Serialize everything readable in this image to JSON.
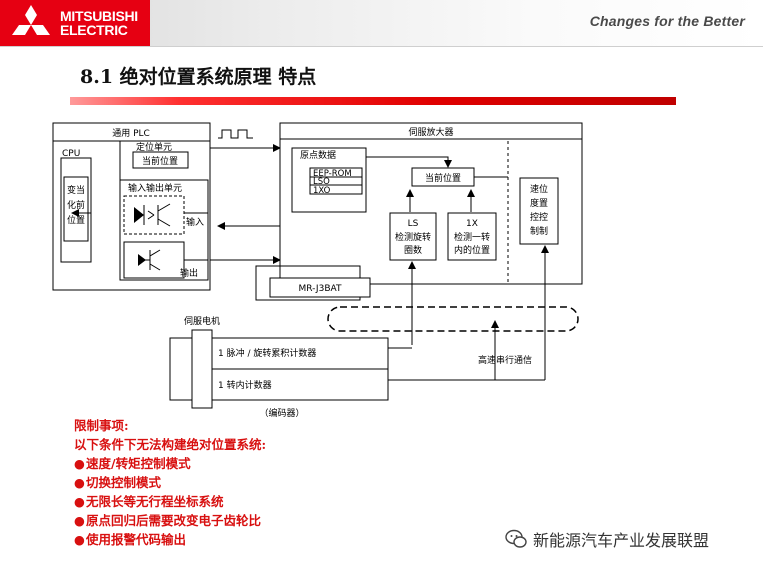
{
  "header": {
    "brand_line1": "MITSUBISHI",
    "brand_line2": "ELECTRIC",
    "slogan": "Changes for the Better"
  },
  "title": "8.1 绝对位置系统原理 特点",
  "diagram": {
    "plc_title": "通用 PLC",
    "cpu_label": "CPU",
    "positioning_unit": "定位单元",
    "current_position": "当前位置",
    "change_current_position": [
      "变当",
      "化前",
      "位置"
    ],
    "io_unit": "输入输出单元",
    "input_label": "输入",
    "output_label": "输出",
    "servo_amp_title": "伺服放大器",
    "origin_data": "原点数据",
    "origin_items": [
      "EEP-ROM",
      "LSO",
      "1XO"
    ],
    "amp_current_position": "当前位置",
    "ls_title": "LS",
    "ls_desc": [
      "检测旋转",
      "圈数"
    ],
    "x1_title": "1X",
    "x1_desc": [
      "检测一转",
      "内的位置"
    ],
    "speed_position_control": [
      "速位",
      "度置",
      "控控",
      "制制"
    ],
    "battery": "MR-J3BAT",
    "servo_motor_title": "伺服电机",
    "counter_cumulative": "1 脉冲 / 旋转累积计数器",
    "counter_inner": "1 转内计数器",
    "encoder": "（编码器）",
    "serial_comm": "高速串行通信"
  },
  "notes": {
    "heading": "限制事项:",
    "subheading": "以下条件下无法构建绝对位置系统:",
    "bullet_symbol": "●",
    "items": [
      "速度/转矩控制模式",
      "切换控制模式",
      "无限长等无行程坐标系统",
      "原点回归后需要改变电子齿轮比",
      "使用报警代码输出"
    ]
  },
  "watermark": "新能源汽车产业发展联盟",
  "colors": {
    "brand_red": "#e60012",
    "note_red": "#d81010",
    "title_bar": "#e00000"
  }
}
